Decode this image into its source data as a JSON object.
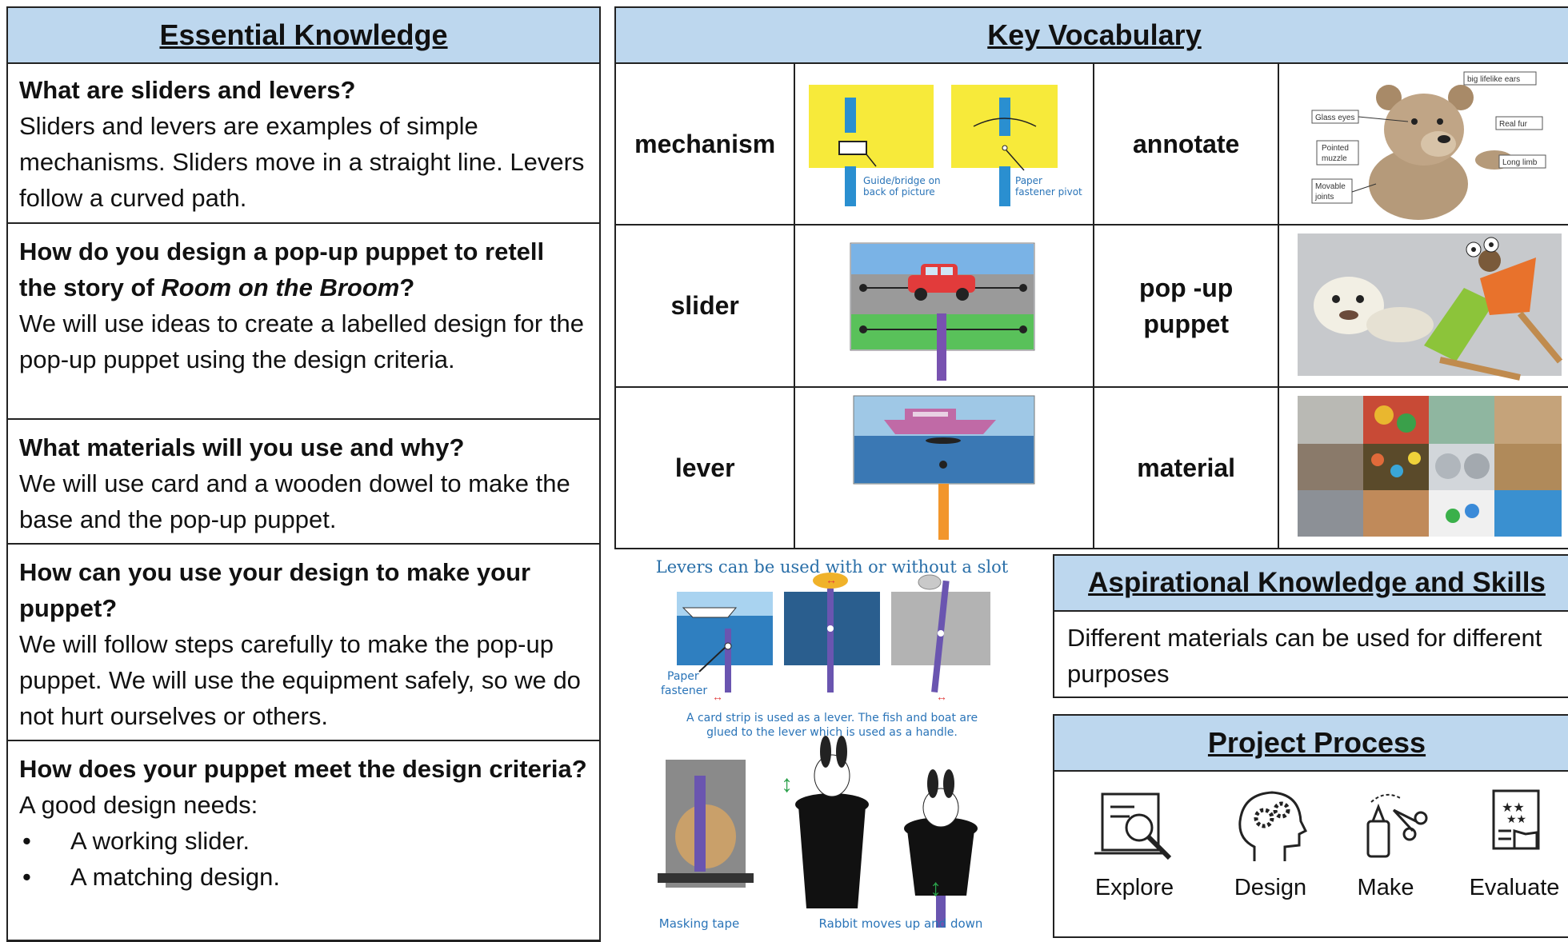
{
  "essential": {
    "title": "Essential Knowledge",
    "s1": {
      "q": "What are sliders and levers?",
      "a": "Sliders and levers are examples of simple mechanisms. Sliders move in a straight line. Levers follow a curved path."
    },
    "s2": {
      "q_pre": "How do you design a pop-up puppet to retell the story of ",
      "q_title": "Room on the Broom",
      "q_post": "?",
      "a": "We will use ideas to create a labelled design for the pop-up puppet using the design criteria."
    },
    "s3": {
      "q": "What materials will you use and why?",
      "a": "We will use card and a wooden dowel to make the base and the pop-up puppet."
    },
    "s4": {
      "q": "How can you use your design to make your puppet?",
      "a": "We will follow steps carefully to make the pop-up puppet. We will use the equipment safely, so we do not hurt ourselves or others."
    },
    "s5": {
      "q": "How does your puppet meet the design criteria?",
      "a": "A good design needs:",
      "bullets": [
        "A working slider.",
        "A matching design."
      ]
    }
  },
  "vocab": {
    "title": "Key Vocabulary",
    "rows": [
      {
        "w1": "mechanism",
        "w2": "annotate"
      },
      {
        "w1": "slider",
        "w2": "pop -up puppet"
      },
      {
        "w1": "lever",
        "w2": "material"
      }
    ],
    "mech_labels": {
      "guide1": "Guide/bridge on",
      "guide2": "back of picture",
      "pivot1": "Paper",
      "pivot2": "fastener pivot"
    },
    "bear_labels": {
      "ears": "big lifelike ears",
      "eyes": "Glass eyes",
      "fur": "Real fur",
      "muzzle1": "Pointed",
      "muzzle2": "muzzle",
      "limb": "Long limb",
      "joints1": "Movable",
      "joints2": "joints"
    }
  },
  "lever_diagram": {
    "title": "Levers can be used with or without a slot",
    "fastener1": "Paper",
    "fastener2": "fastener",
    "cap1": "A card strip is used as a lever. The fish and boat are",
    "cap2": "glued to the lever which is used as a handle.",
    "masking": "Masking tape",
    "rabbit": "Rabbit moves up and down"
  },
  "aspirational": {
    "title": "Aspirational Knowledge and Skills",
    "text": "Different materials can be used for different purposes"
  },
  "process": {
    "title": "Project Process",
    "steps": [
      "Explore",
      "Design",
      "Make",
      "Evaluate"
    ]
  },
  "colors": {
    "header_bg": "#bdd7ee",
    "yellow": "#f7ea3a",
    "blue": "#2a8fd0"
  }
}
